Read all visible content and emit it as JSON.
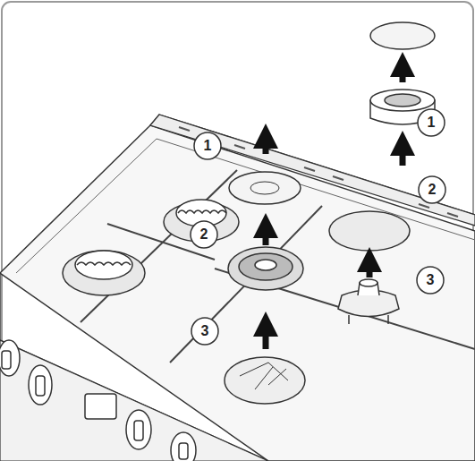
{
  "diagram": {
    "labels": [
      "1",
      "1",
      "2",
      "2",
      "3",
      "3"
    ]
  }
}
